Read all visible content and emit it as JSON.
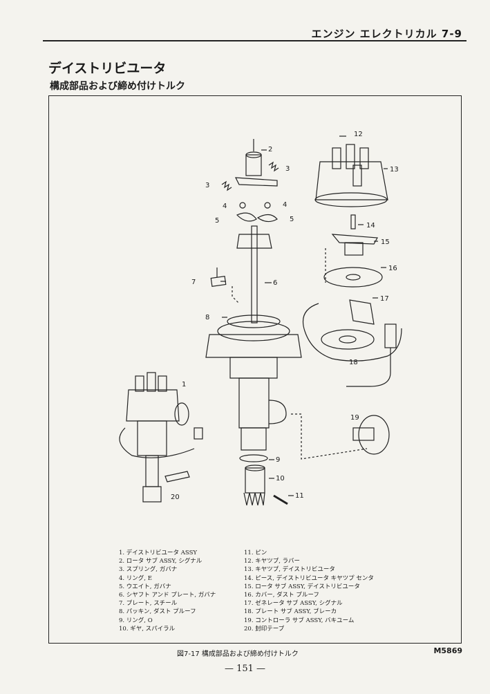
{
  "header": {
    "title": "エンジン エレクトリカル 7-9"
  },
  "section_title": "デイストリビユータ",
  "sub_title": "構成部品および締め付けトルク",
  "callouts": [
    "1",
    "2",
    "3",
    "3",
    "4",
    "4",
    "5",
    "5",
    "6",
    "7",
    "8",
    "9",
    "10",
    "11",
    "12",
    "13",
    "14",
    "15",
    "16",
    "17",
    "18",
    "19",
    "20"
  ],
  "legend_left": [
    "1. デイストリビユータ ASSY",
    "2. ロータ サブ ASSY, シグナル",
    "3. スプリング, ガバナ",
    "4. リング, E",
    "5. ウエイト, ガバナ",
    "6. シヤフト アンド プレート, ガバナ",
    "7. プレート, スチール",
    "8. パッキン, ダスト プルーフ",
    "9. リング, O",
    "10. ギヤ, スパイラル"
  ],
  "legend_right": [
    "11. ピン",
    "12. キヤツプ, ラバー",
    "13. キヤツプ, デイストリビユータ",
    "14. ピース, デイストリビユータ キヤツプ センタ",
    "15. ロータ サブ ASSY, デイストリビユータ",
    "16. カバー, ダスト プルーフ",
    "17. ゼネレータ サブ ASSY, シグナル",
    "18. プレート サブ ASSY, ブレーカ",
    "19. コントローラ サブ ASSY, バキユーム",
    "20. 封印テープ"
  ],
  "caption": "図7-17 構成部品および締め付けトルク",
  "figure_code": "M5869",
  "page_number": "— 151 —"
}
